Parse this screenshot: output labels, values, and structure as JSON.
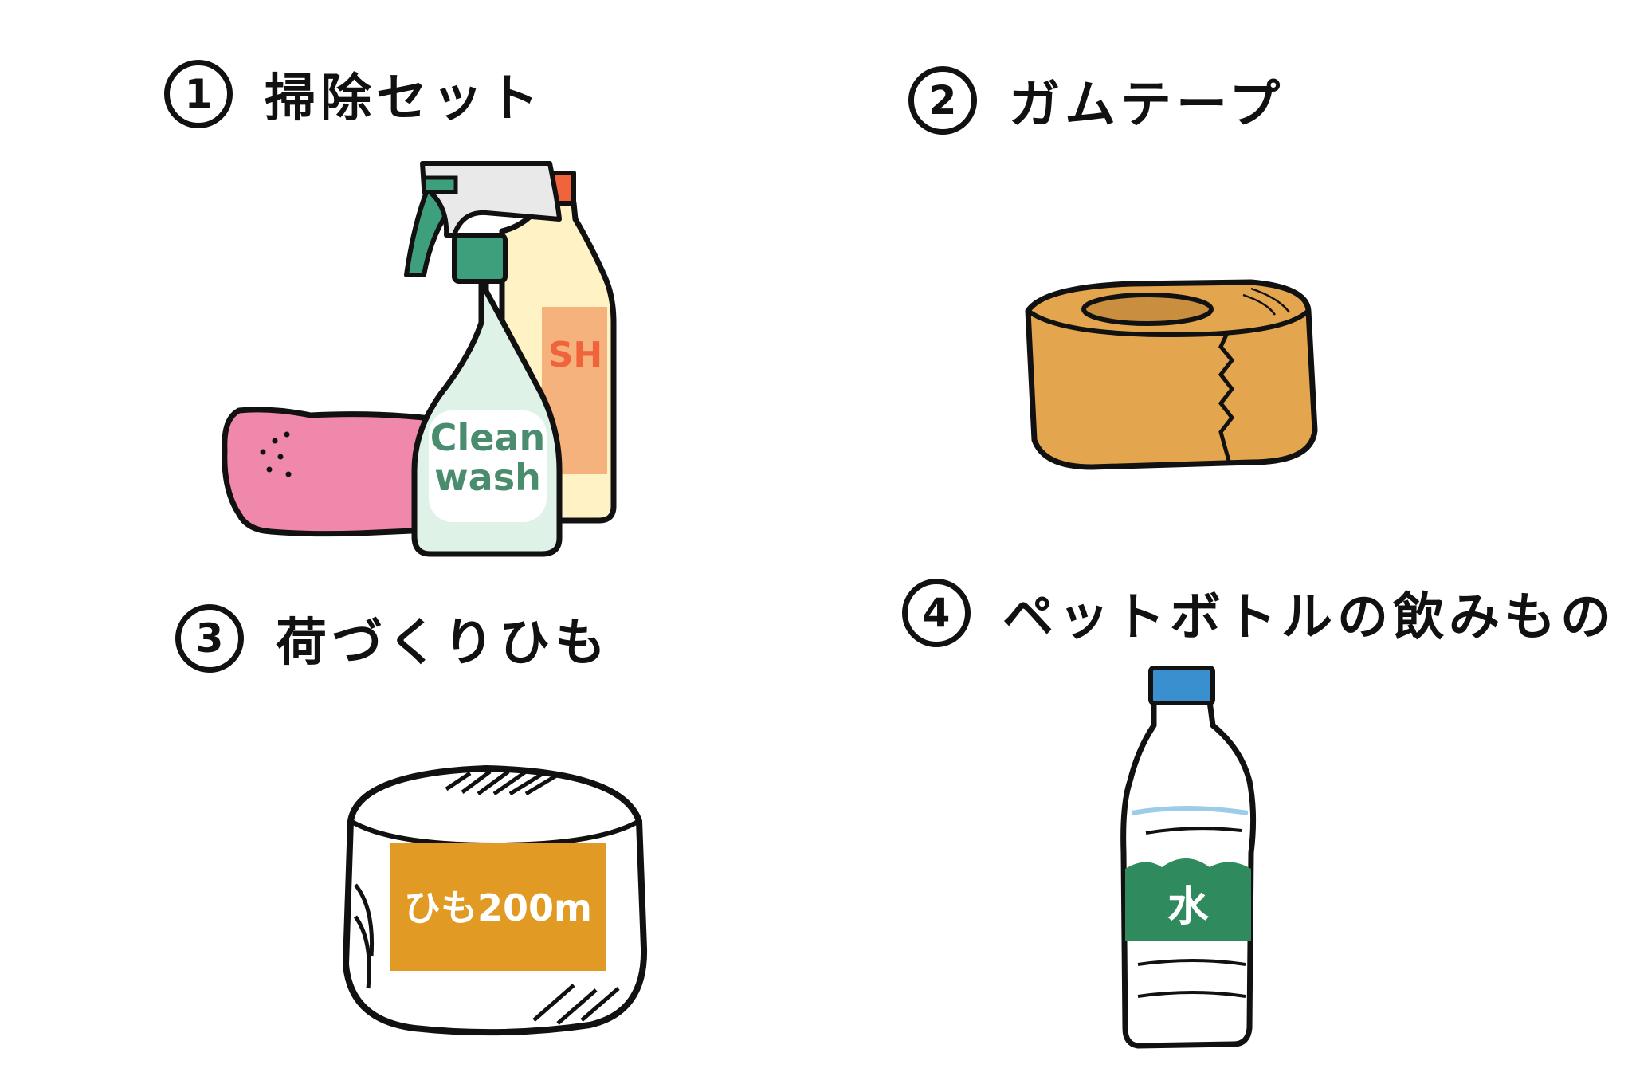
{
  "items": [
    {
      "number": "1",
      "label": "掃除セット",
      "spray_label_line1": "Clean",
      "spray_label_line2": "wash",
      "detergent_label": "SH"
    },
    {
      "number": "2",
      "label": "ガムテープ"
    },
    {
      "number": "3",
      "label": "荷づくりひも",
      "twine_label": "ひも200m"
    },
    {
      "number": "4",
      "label": "ペットボトルの飲みもの",
      "bottle_label": "水"
    }
  ],
  "colors": {
    "outline": "#111111",
    "towel": "#ef88ab",
    "spray_bottle": "#dff2e8",
    "spray_nozzle": "#3e9f7d",
    "spray_text": "#4a8c6e",
    "detergent_bottle": "#fff2c4",
    "detergent_cap": "#f0643c",
    "detergent_label": "#f6b27d",
    "tape": "#e3a64f",
    "twine_label": "#e19a24",
    "bottle_cap": "#3a8fcf",
    "bottle_band": "#2f8a5e"
  }
}
